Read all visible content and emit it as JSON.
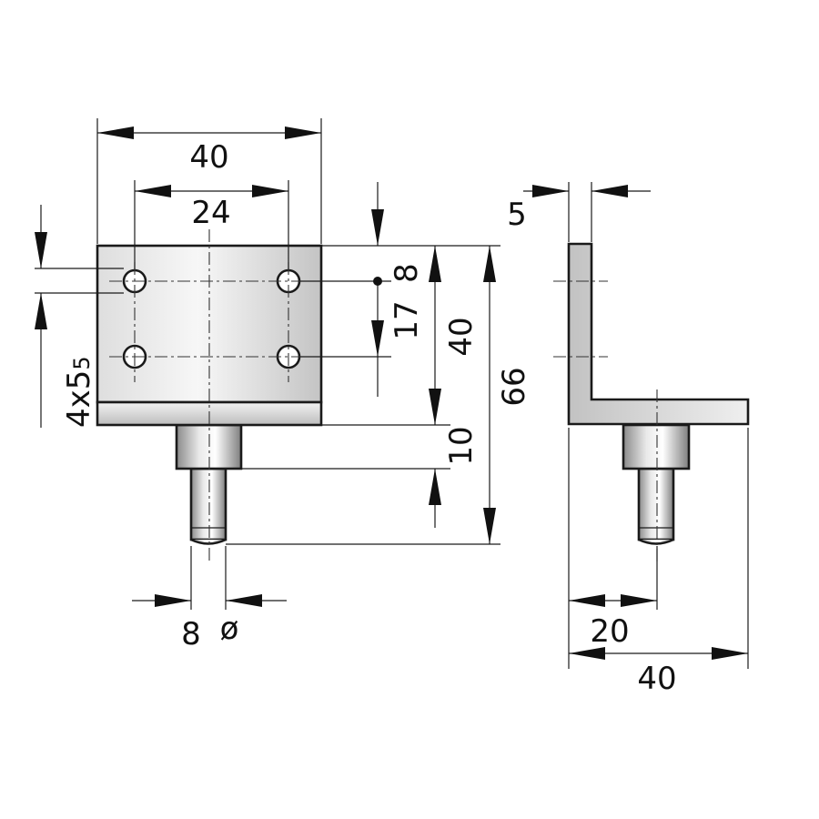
{
  "front_view": {
    "width_overall": "40",
    "hole_spacing": "24",
    "holes": "4x5",
    "holes_sub": "5",
    "hole_top_offset": "8",
    "hole_vertical_spacing": "17",
    "plate_height": "40",
    "collar_height": "10",
    "total_height": "66",
    "pin_diameter": "8",
    "diameter_symbol": "ø"
  },
  "side_view": {
    "thickness": "5",
    "pin_offset": "20",
    "leg_length": "40"
  },
  "colors": {
    "line": "#1a1a1a",
    "metal_light": "#f4f4f4",
    "metal_mid": "#c9c9c9",
    "metal_dark": "#8e8e8e"
  }
}
